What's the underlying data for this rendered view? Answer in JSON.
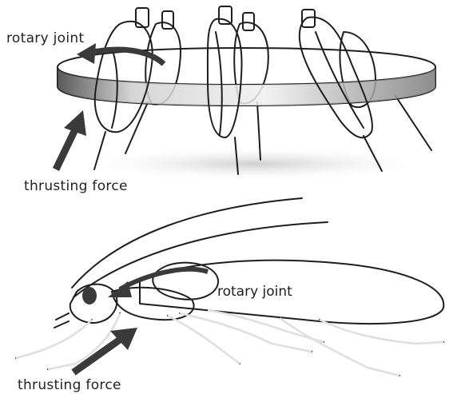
{
  "labels": {
    "top_rotary": "rotary joint",
    "top_thrust": "thrusting force",
    "bottom_rotary": "rotary joint",
    "bottom_thrust": "thrusting force"
  },
  "colors": {
    "background": "#ffffff",
    "ink": "#1e1e1e",
    "metal_light": "#e6e6e6",
    "metal_dark": "#5a5a5a",
    "arrow": "#3a3a3a"
  }
}
